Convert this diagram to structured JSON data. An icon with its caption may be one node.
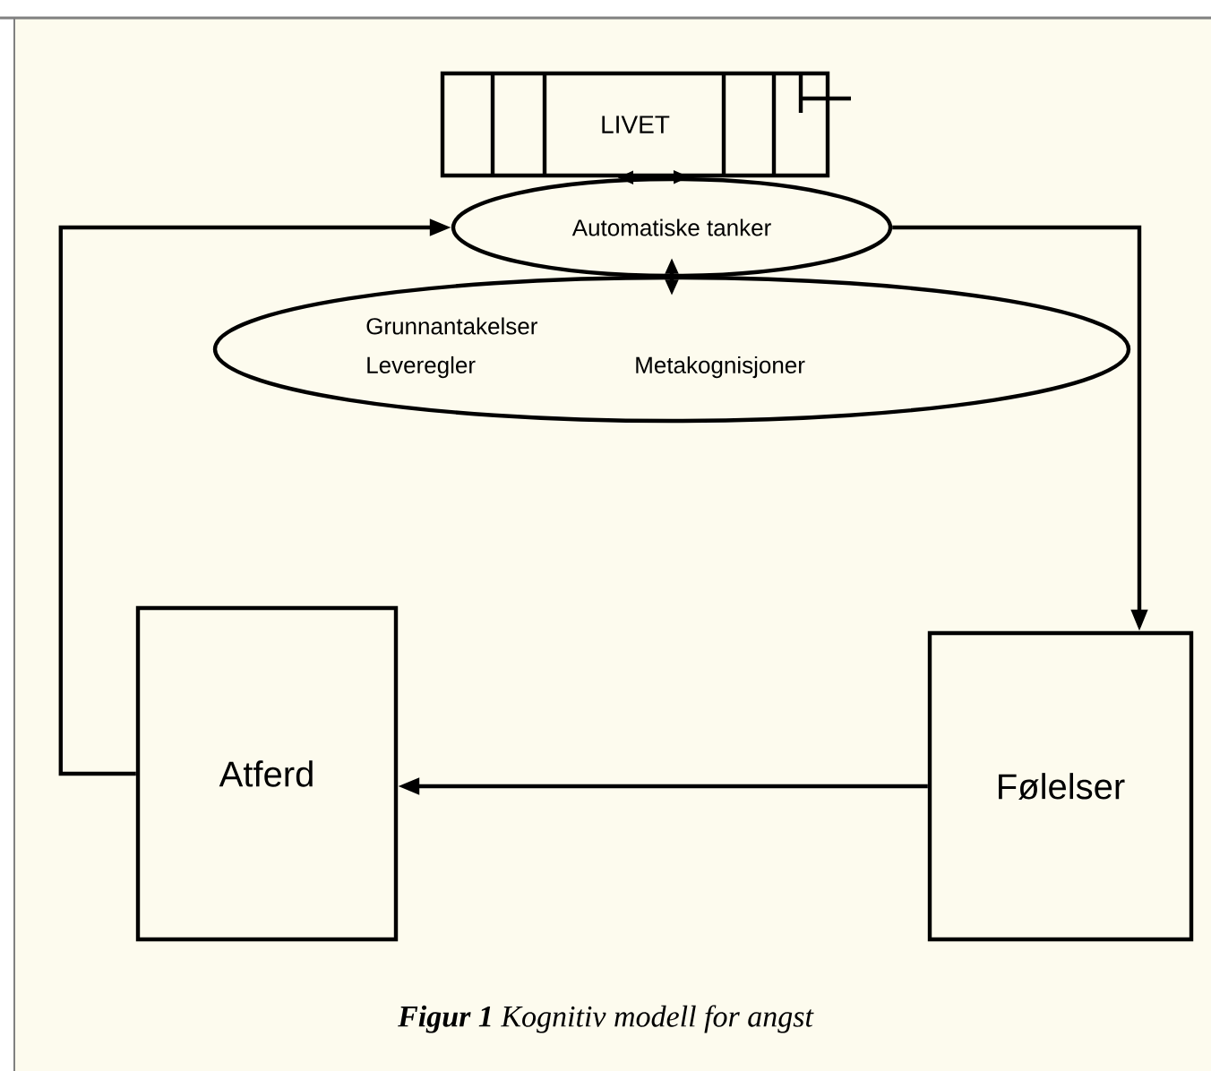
{
  "diagram": {
    "caption": "**Figur 1**    Kognitiv modell for angst",
    "nodes": [
      {
        "text": [
          "LIVET"
        ]
      },
      {
        "text": [
          "Automatiske tanker"
        ]
      },
      {
        "text": [
          "Grunnantakelser",
          "Leveregler",
          "Metakognisjoner"
        ]
      },
      {
        "text": [
          "Atferd"
        ]
      },
      {
        "text": [
          "Følelser"
        ]
      }
    ],
    "edges": [
      {
        "from": 0,
        "to": 1,
        "arrow": "both"
      },
      {
        "from": 1,
        "to": 2,
        "arrow": "both"
      },
      {
        "from": 1,
        "to": 4,
        "arrow": "to"
      },
      {
        "from": 4,
        "to": 3,
        "arrow": "to"
      },
      {
        "from": 3,
        "to": 1,
        "arrow": "to"
      }
    ]
  }
}
